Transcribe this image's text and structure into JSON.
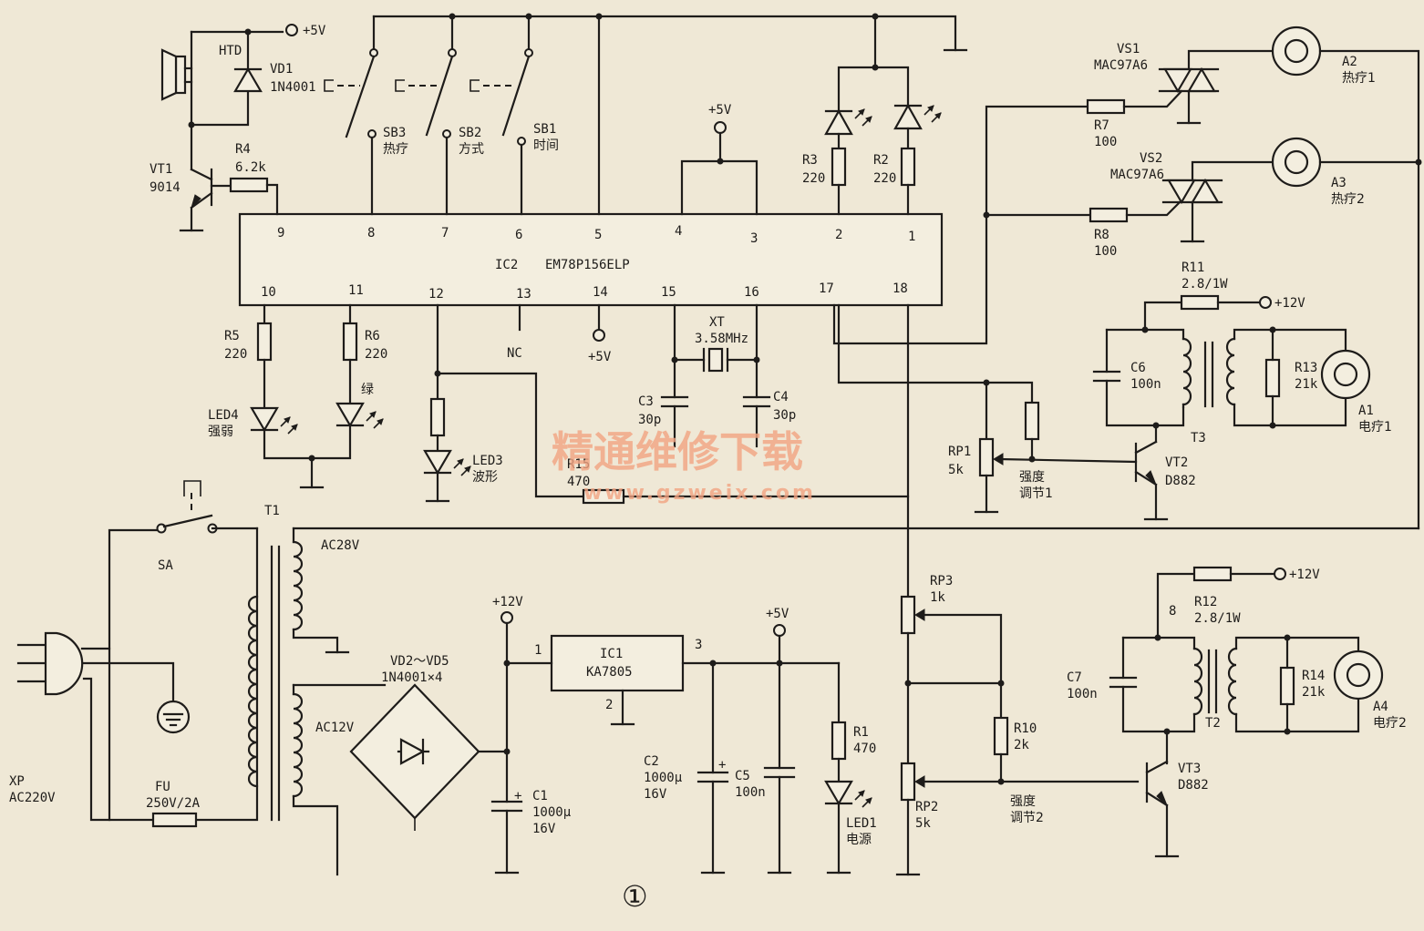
{
  "figure_number": "①",
  "watermark": {
    "cn": "精通维修下载",
    "url": "www.gzweix.com"
  },
  "ic2": {
    "name": "IC2",
    "part": "EM78P156ELP",
    "pins_top": [
      "9",
      "8",
      "7",
      "6",
      "5",
      "4",
      "3",
      "2",
      "1"
    ],
    "pins_bottom": [
      "10",
      "11",
      "12",
      "13",
      "14",
      "15",
      "16",
      "17",
      "18"
    ],
    "nc": "NC"
  },
  "ic1": {
    "name": "IC1",
    "part": "KA7805",
    "pin_in": "1",
    "pin_gnd": "2",
    "pin_out": "3"
  },
  "supply": {
    "p5v": "+5V",
    "p12v": "+12V"
  },
  "htd": "HTD",
  "vd1": {
    "ref": "VD1",
    "part": "1N4001"
  },
  "vt1": {
    "ref": "VT1",
    "part": "9014"
  },
  "r4": {
    "ref": "R4",
    "value": "6.2k"
  },
  "sb3": {
    "ref": "SB3",
    "label": "热疗"
  },
  "sb2": {
    "ref": "SB2",
    "label": "方式"
  },
  "sb1": {
    "ref": "SB1",
    "label": "时间"
  },
  "r3": {
    "ref": "R3",
    "value": "220"
  },
  "r2": {
    "ref": "R2",
    "value": "220"
  },
  "vs1": {
    "ref": "VS1",
    "part": "MAC97A6"
  },
  "vs2": {
    "ref": "VS2",
    "part": "MAC97A6"
  },
  "r7": {
    "ref": "R7",
    "value": "100"
  },
  "r8": {
    "ref": "R8",
    "value": "100"
  },
  "a2": {
    "ref": "A2",
    "label": "热疗1"
  },
  "a3": {
    "ref": "A3",
    "label": "热疗2"
  },
  "r11": {
    "ref": "R11",
    "value": "2.8/1W"
  },
  "c6": {
    "ref": "C6",
    "value": "100n"
  },
  "r13": {
    "ref": "R13",
    "value": "21k"
  },
  "a1": {
    "ref": "A1",
    "label": "电疗1"
  },
  "t3": "T3",
  "vt2": {
    "ref": "VT2",
    "part": "D882"
  },
  "rp1": {
    "ref": "RP1",
    "value": "5k",
    "label_1": "强度",
    "label_2": "调节1"
  },
  "r5": {
    "ref": "R5",
    "value": "220"
  },
  "r6": {
    "ref": "R6",
    "value": "220"
  },
  "led4": {
    "ref": "LED4",
    "label": "强弱"
  },
  "led_green": "绿",
  "led3": {
    "ref": "LED3",
    "label": "波形"
  },
  "xt": {
    "ref": "XT",
    "value": "3.58MHz"
  },
  "c3": {
    "ref": "C3",
    "value": "30p"
  },
  "c4": {
    "ref": "C4",
    "value": "30p"
  },
  "r15": {
    "ref": "R15",
    "value": "470"
  },
  "sa": "SA",
  "t1": "T1",
  "ac28": "AC28V",
  "ac12": "AC12V",
  "xp": {
    "ref": "XP",
    "value": "AC220V"
  },
  "fu": {
    "ref": "FU",
    "value": "250V/2A"
  },
  "bridge": {
    "ref": "VD2～VD5",
    "part": "1N4001×4"
  },
  "c1": {
    "ref": "C1",
    "value": "1000μ",
    "voltage": "16V"
  },
  "c2": {
    "ref": "C2",
    "value": "1000μ",
    "voltage": "16V"
  },
  "c5": {
    "ref": "C5",
    "value": "100n"
  },
  "r1": {
    "ref": "R1",
    "value": "470"
  },
  "led1": {
    "ref": "LED1",
    "label": "电源"
  },
  "rp3": {
    "ref": "RP3",
    "value": "1k"
  },
  "rp2": {
    "ref": "RP2",
    "value": "5k",
    "label_1": "强度",
    "label_2": "调节2"
  },
  "r10": {
    "ref": "R10",
    "value": "2k"
  },
  "r12": {
    "ref": "R12",
    "value": "2.8/1W",
    "node": "8"
  },
  "c7": {
    "ref": "C7",
    "value": "100n"
  },
  "r14": {
    "ref": "R14",
    "value": "21k"
  },
  "t2": "T2",
  "a4": {
    "ref": "A4",
    "label": "电疗2"
  },
  "vt3": {
    "ref": "VT3",
    "part": "D882"
  }
}
